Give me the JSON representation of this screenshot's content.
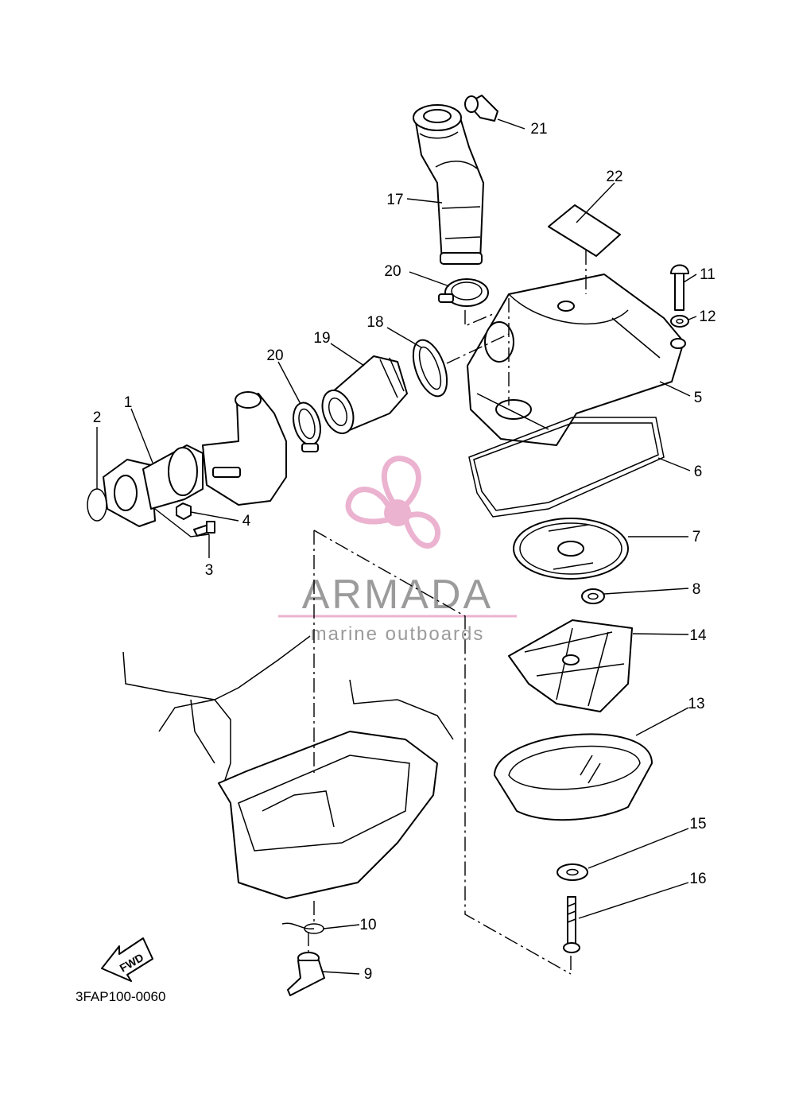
{
  "diagram_code": "3FAP100-0060",
  "fwd_label": "FWD",
  "watermark": {
    "brand": "ARMADA",
    "tagline": "marine outboards",
    "color": "#e8a6c8",
    "text_color": "#8a8a8a"
  },
  "callouts": [
    {
      "id": "1",
      "label": "1"
    },
    {
      "id": "2",
      "label": "2"
    },
    {
      "id": "3",
      "label": "3"
    },
    {
      "id": "4",
      "label": "4"
    },
    {
      "id": "5",
      "label": "5"
    },
    {
      "id": "6",
      "label": "6"
    },
    {
      "id": "7",
      "label": "7"
    },
    {
      "id": "8",
      "label": "8"
    },
    {
      "id": "9",
      "label": "9"
    },
    {
      "id": "10",
      "label": "10"
    },
    {
      "id": "11",
      "label": "11"
    },
    {
      "id": "12",
      "label": "12"
    },
    {
      "id": "13",
      "label": "13"
    },
    {
      "id": "14",
      "label": "14"
    },
    {
      "id": "15",
      "label": "15"
    },
    {
      "id": "16",
      "label": "16"
    },
    {
      "id": "17",
      "label": "17"
    },
    {
      "id": "18",
      "label": "18"
    },
    {
      "id": "19",
      "label": "19"
    },
    {
      "id": "20a",
      "label": "20"
    },
    {
      "id": "20b",
      "label": "20"
    },
    {
      "id": "21",
      "label": "21"
    },
    {
      "id": "22",
      "label": "22"
    }
  ]
}
